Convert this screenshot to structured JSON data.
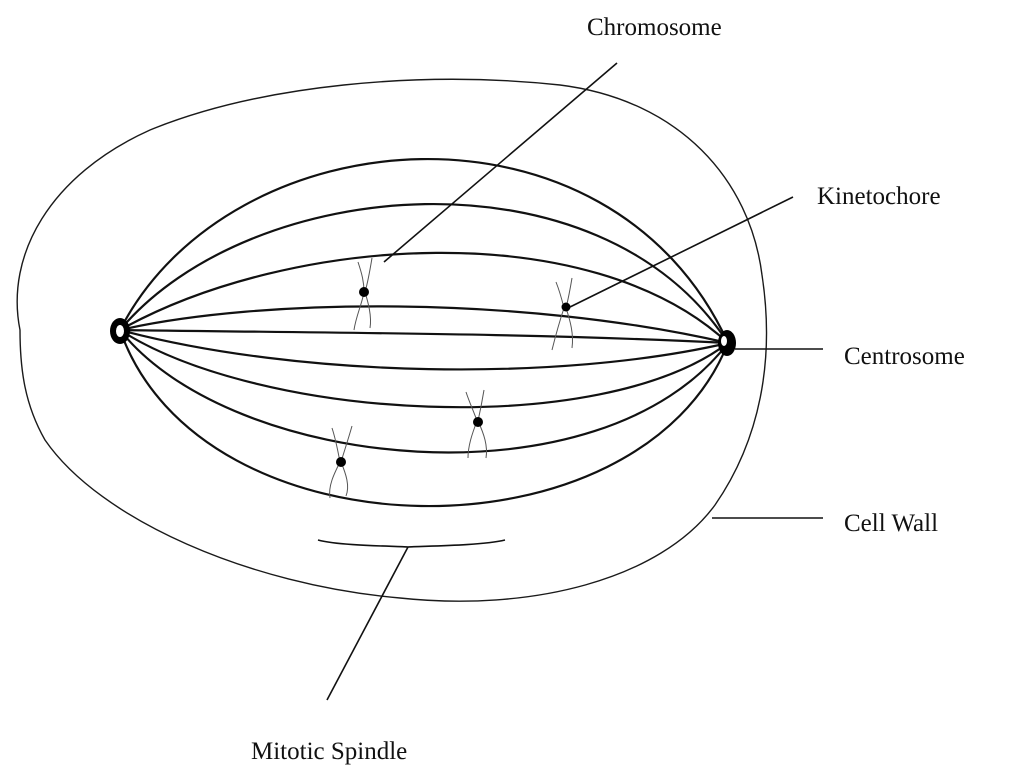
{
  "labels": {
    "chromosome": "Chromosome",
    "kinetochore": "Kinetochore",
    "centrosome": "Centrosome",
    "cell_wall": "Cell Wall",
    "mitotic_spindle": "Mitotic Spindle"
  }
}
